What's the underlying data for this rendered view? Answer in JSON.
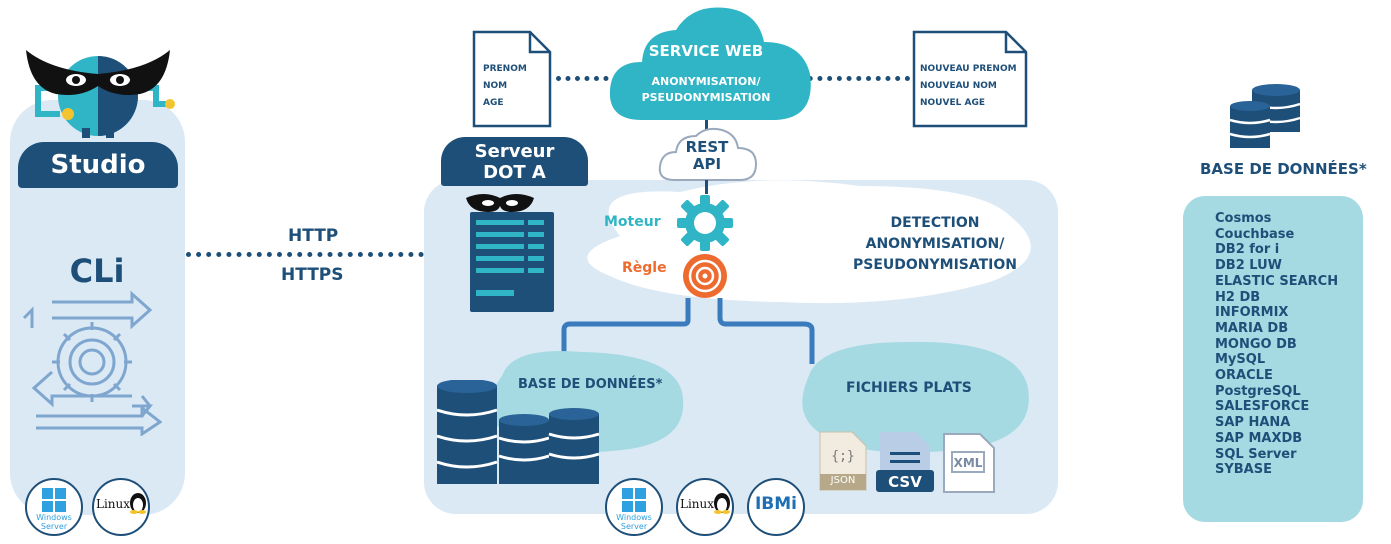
{
  "studio": {
    "label": "Studio",
    "cli": "CLi"
  },
  "connections": {
    "http": "HTTP",
    "https": "HTTPS"
  },
  "server": {
    "label_line1": "Serveur",
    "label_line2": "DOT A"
  },
  "service_web": {
    "title": "SERVICE WEB",
    "line1": "ANONYMISATION/",
    "line2": "PSEUDONYMISATION"
  },
  "rest_api": {
    "line1": "REST",
    "line2": "API"
  },
  "doc_left": [
    "PRENOM",
    "NOM",
    "AGE"
  ],
  "doc_right": [
    "NOUVEAU PRENOM",
    "NOUVEAU NOM",
    "NOUVEL AGE"
  ],
  "engine": {
    "moteur": "Moteur",
    "regle": "Règle",
    "detection_line1": "DETECTION",
    "detection_line2": "ANONYMISATION/",
    "detection_line3": "PSEUDONYMISATION"
  },
  "inner_db": {
    "label": "BASE DE DONNÉES*"
  },
  "flat_files": {
    "label": "FICHIERS PLATS",
    "formats": [
      "JSON",
      "CSV",
      "XML"
    ]
  },
  "badges": {
    "windows": "Windows",
    "windows_sub": "Server",
    "linux": "Linux",
    "ibmi": "IBMi"
  },
  "right_db": {
    "title": "BASE DE DONNÉES*",
    "items": [
      "Cosmos",
      "Couchbase",
      "DB2 for i",
      "DB2 LUW",
      "ELASTIC SEARCH",
      "H2 DB",
      "INFORMIX",
      "MARIA DB",
      "MONGO DB",
      "MySQL",
      "ORACLE",
      "PostgreSQL",
      "SALESFORCE",
      "SAP HANA",
      "SAP MAXDB",
      "SQL Server",
      "SYBASE"
    ]
  },
  "colors": {
    "navy": "#1e4f78",
    "light_panel": "#dbe9f5",
    "teal": "#2fb5c6",
    "orange": "#ee6b2f",
    "list_bg": "#a5dae2"
  }
}
